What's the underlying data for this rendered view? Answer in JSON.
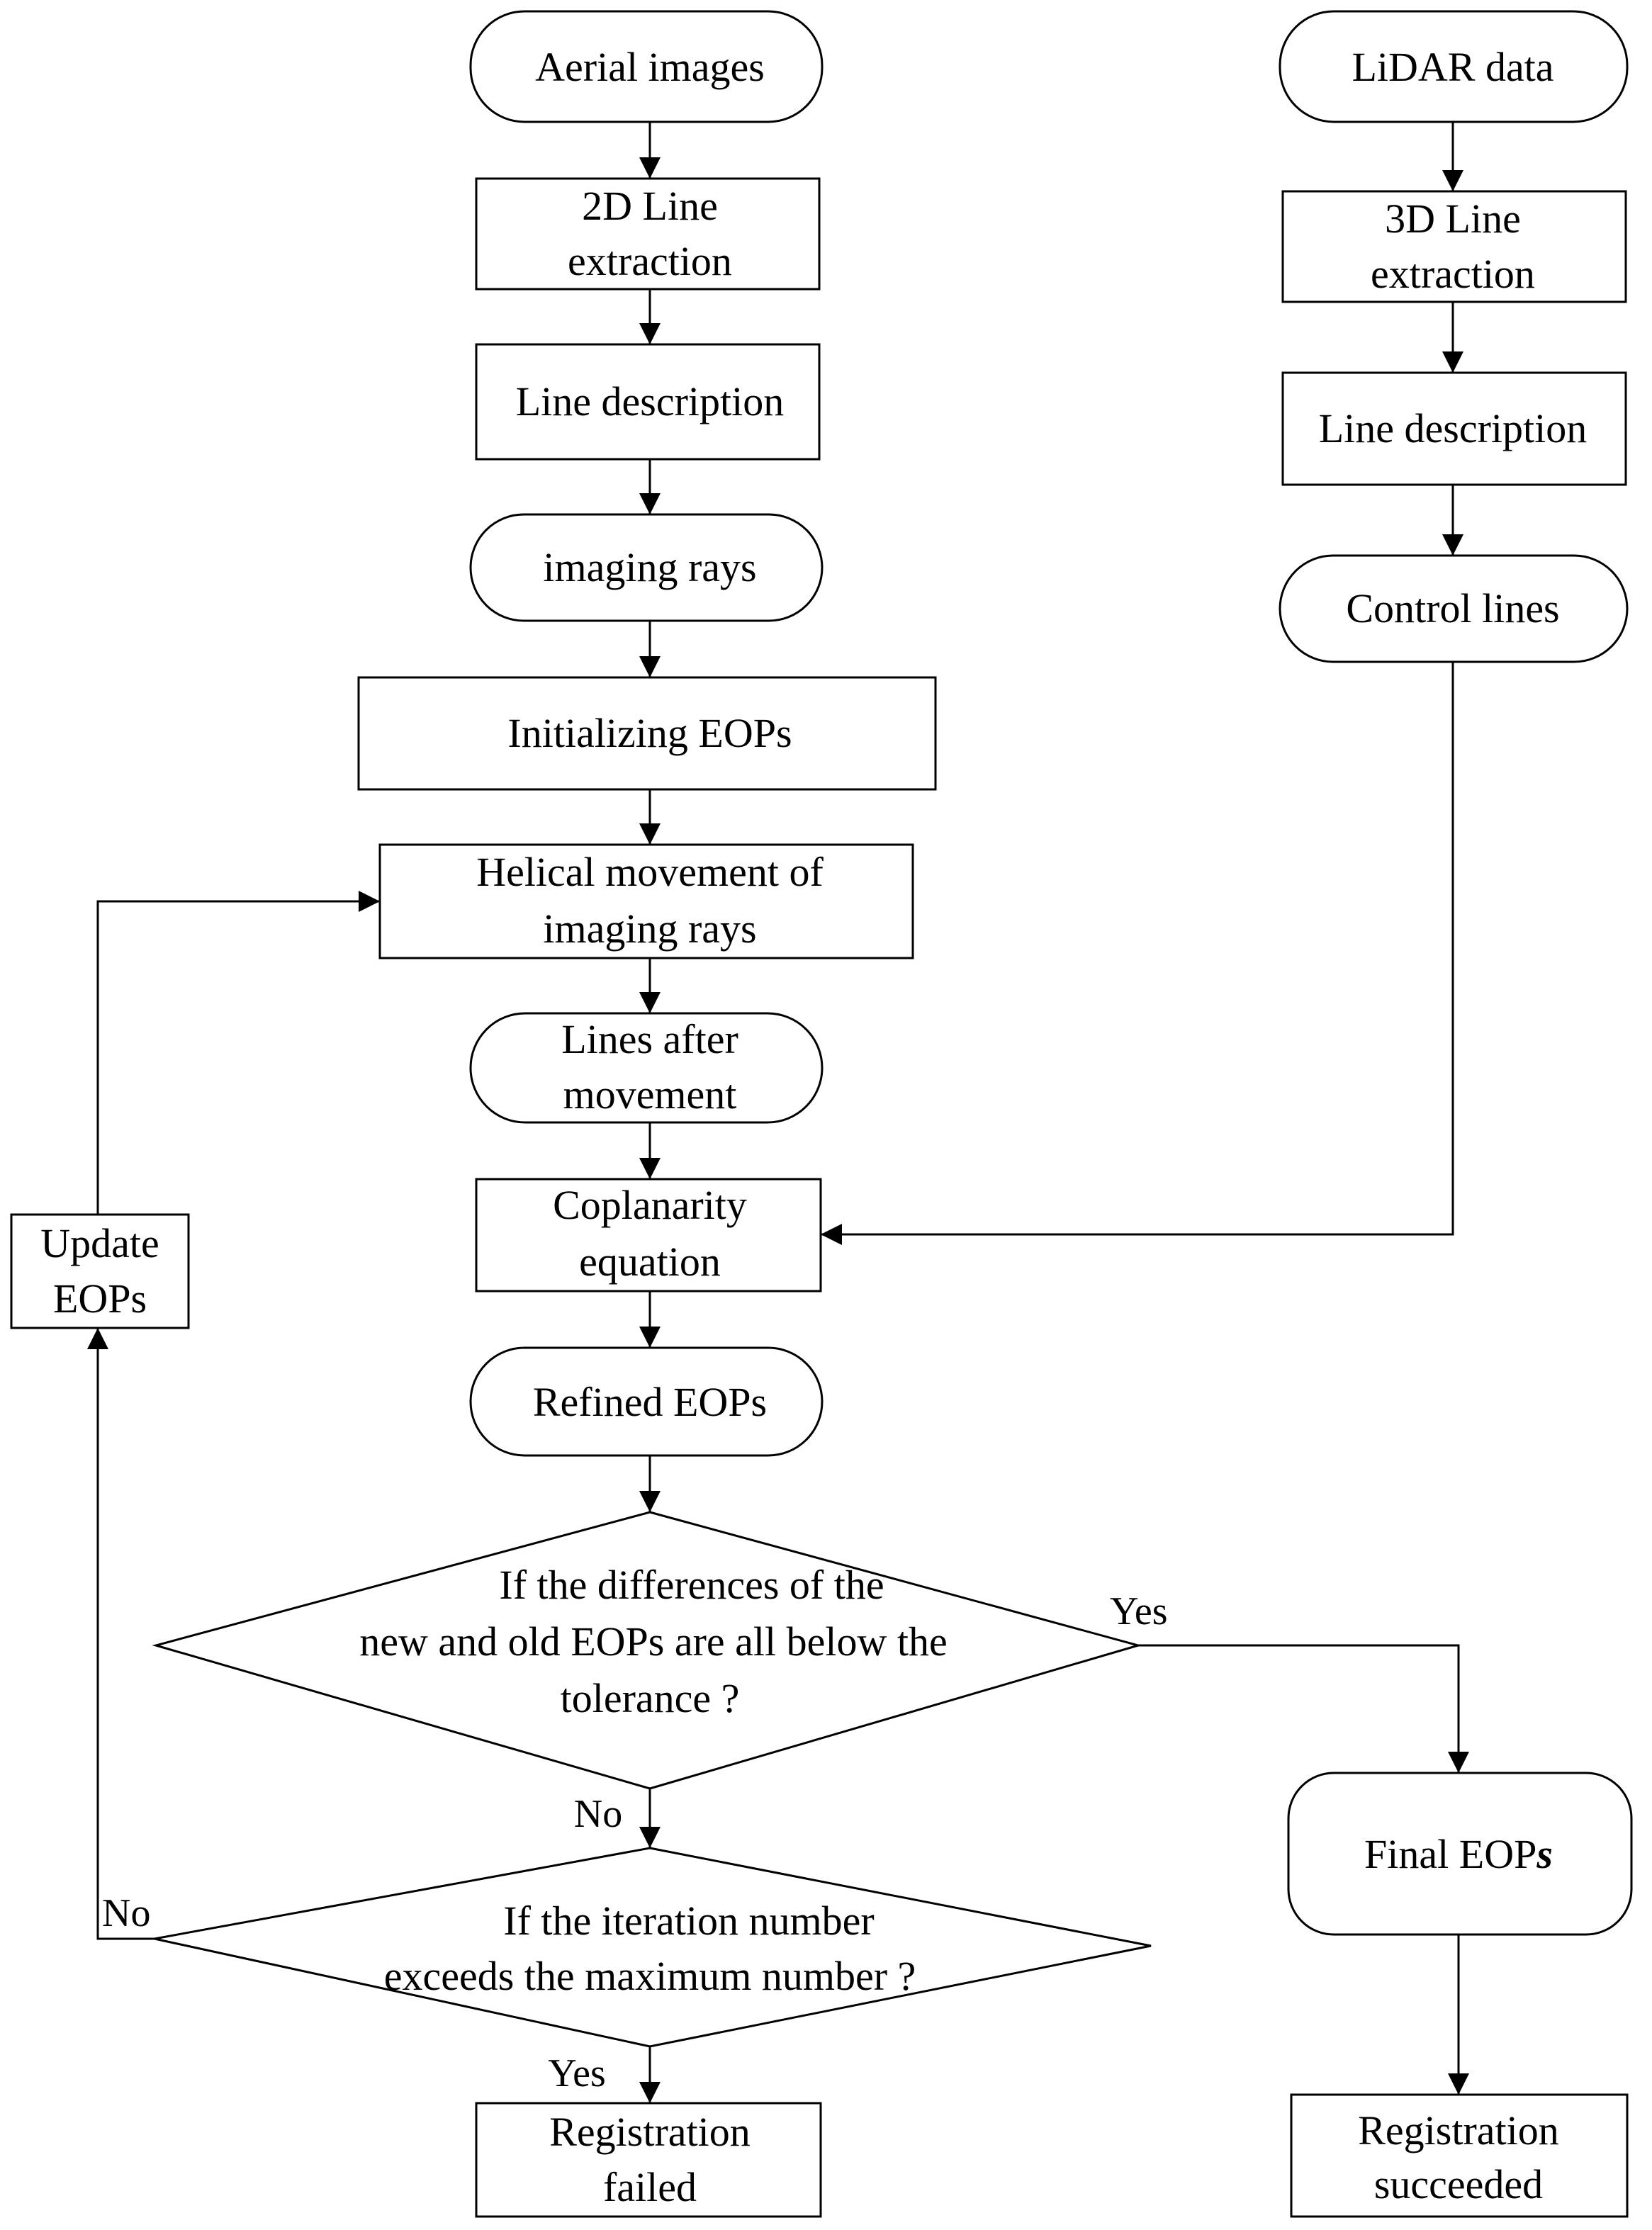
{
  "nodes": {
    "aerial_images": "Aerial images",
    "line_extraction_2d": [
      "2D Line",
      "extraction"
    ],
    "line_description_left": "Line description",
    "imaging_rays": "imaging rays",
    "initializing_eops": "Initializing EOPs",
    "helical_movement": [
      "Helical movement of",
      "imaging rays"
    ],
    "lines_after_movement": [
      "Lines after",
      "movement"
    ],
    "coplanarity_equation": [
      "Coplanarity",
      "equation"
    ],
    "refined_eops": "Refined EOPs",
    "decision_tolerance": [
      "If the differences of the",
      "new and old EOPs are all below the",
      "tolerance ?"
    ],
    "decision_iteration": [
      "If the iteration number",
      "exceeds the maximum number ?"
    ],
    "registration_failed": [
      "Registration",
      "failed"
    ],
    "update_eops": [
      "Update",
      "EOPs"
    ],
    "lidar_data": "LiDAR data",
    "line_extraction_3d": [
      "3D Line",
      "extraction"
    ],
    "line_description_right": "Line description",
    "control_lines": "Control lines",
    "final_eops": {
      "main": "Final EOP",
      "suffix": "s"
    },
    "registration_succeeded": [
      "Registration",
      "succeeded"
    ]
  },
  "edge_labels": {
    "tolerance_yes": "Yes",
    "tolerance_no": "No",
    "iteration_yes": "Yes",
    "iteration_no": "No"
  },
  "colors": {
    "stroke": "#000000",
    "background": "#ffffff"
  }
}
